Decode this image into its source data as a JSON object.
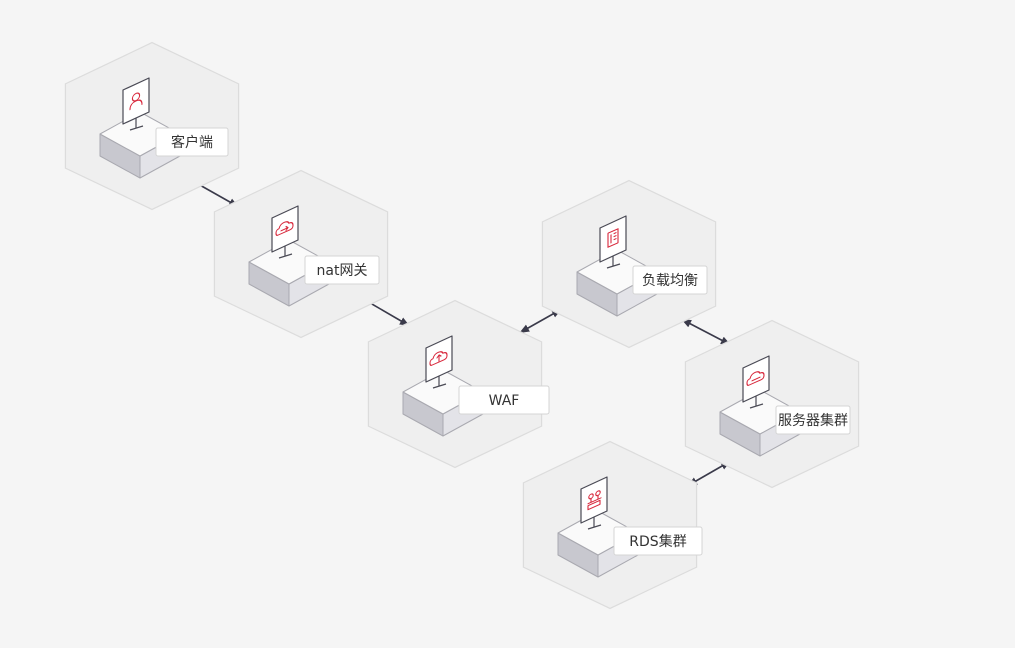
{
  "nodes": [
    {
      "id": "client",
      "label": "客户端",
      "icon": "user-icon"
    },
    {
      "id": "nat",
      "label": "nat网关",
      "icon": "cloud-gateway-icon"
    },
    {
      "id": "waf",
      "label": "WAF",
      "icon": "cloud-upload-icon"
    },
    {
      "id": "lb",
      "label": "负载均衡",
      "icon": "document-list-icon"
    },
    {
      "id": "servers",
      "label": "服务器集群",
      "icon": "cloud-server-icon"
    },
    {
      "id": "rds",
      "label": "RDS集群",
      "icon": "database-network-icon"
    }
  ],
  "edges": [
    {
      "from": "client",
      "to": "nat",
      "direction": "forward"
    },
    {
      "from": "nat",
      "to": "waf",
      "direction": "forward"
    },
    {
      "from": "waf",
      "to": "lb",
      "direction": "both"
    },
    {
      "from": "lb",
      "to": "servers",
      "direction": "both"
    },
    {
      "from": "servers",
      "to": "rds",
      "direction": "both"
    }
  ],
  "colors": {
    "background": "#f5f5f5",
    "hexagon": "#efefef",
    "accent": "#d8283c",
    "arrow": "#3a3a4a"
  }
}
